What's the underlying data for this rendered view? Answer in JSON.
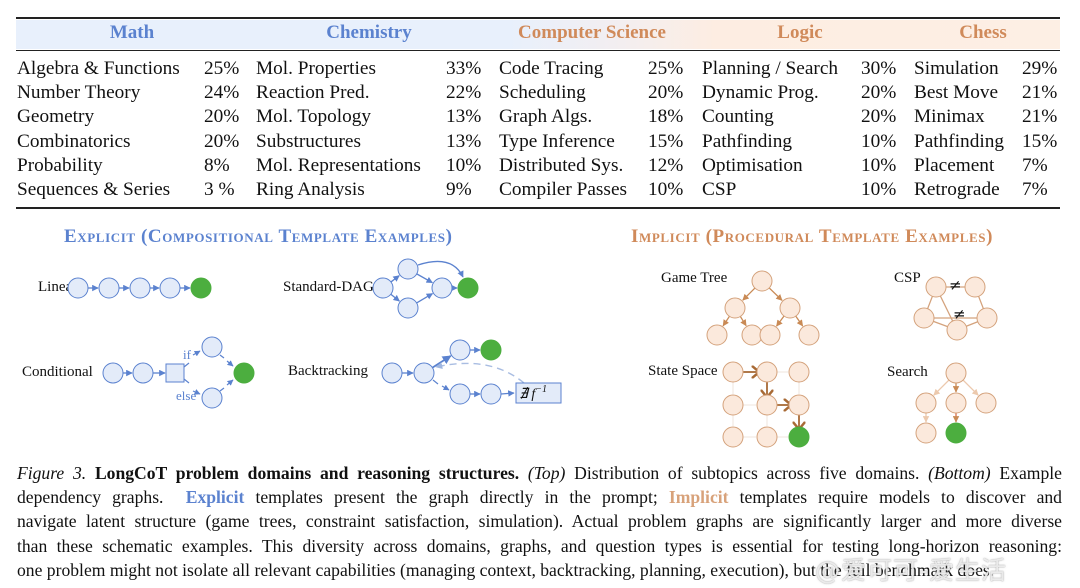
{
  "table": {
    "domains": [
      {
        "name": "Math",
        "color": "#5b82cf",
        "rows": [
          [
            "Algebra & Functions",
            "25%"
          ],
          [
            "Number Theory",
            "24%"
          ],
          [
            "Geometry",
            "20%"
          ],
          [
            "Combinatorics",
            "20%"
          ],
          [
            "Probability",
            "8%"
          ],
          [
            "Sequences & Series",
            "3 %"
          ]
        ]
      },
      {
        "name": "Chemistry",
        "color": "#5b82cf",
        "rows": [
          [
            "Mol. Properties",
            "33%"
          ],
          [
            "Reaction Pred.",
            "22%"
          ],
          [
            "Mol. Topology",
            "13%"
          ],
          [
            "Substructures",
            "13%"
          ],
          [
            "Mol. Representations",
            "10%"
          ],
          [
            "Ring Analysis",
            "9%"
          ]
        ]
      },
      {
        "name": "Computer Science",
        "color": "#d08a5a",
        "rows": [
          [
            "Code Tracing",
            "25%"
          ],
          [
            "Scheduling",
            "20%"
          ],
          [
            "Graph Algs.",
            "18%"
          ],
          [
            "Type Inference",
            "15%"
          ],
          [
            "Distributed Sys.",
            "12%"
          ],
          [
            "Compiler Passes",
            "10%"
          ]
        ]
      },
      {
        "name": "Logic",
        "color": "#d08a5a",
        "rows": [
          [
            "Planning / Search",
            "30%"
          ],
          [
            "Dynamic Prog.",
            "20%"
          ],
          [
            "Counting",
            "20%"
          ],
          [
            "Pathfinding",
            "10%"
          ],
          [
            "Optimisation",
            "10%"
          ],
          [
            "CSP",
            "10%"
          ]
        ]
      },
      {
        "name": "Chess",
        "color": "#d08a5a",
        "rows": [
          [
            "Simulation",
            "29%"
          ],
          [
            "Best Move",
            "21%"
          ],
          [
            "Minimax",
            "21%"
          ],
          [
            "Pathfinding",
            "15%"
          ],
          [
            "Placement",
            "7%"
          ],
          [
            "Retrograde",
            "7%"
          ]
        ]
      }
    ]
  },
  "sections": {
    "explicit_title": "Explicit (Compositional Template Examples)",
    "implicit_title": "Implicit (Procedural Template Examples)"
  },
  "diagrams": {
    "linear": "Linear",
    "standard_dag": "Standard-DAG",
    "conditional": "Conditional",
    "conditional_if": "if",
    "conditional_else": "else",
    "backtracking": "Backtracking",
    "backtracking_box": "∄ f",
    "backtracking_box_sup": "−1",
    "game_tree": "Game Tree",
    "csp": "CSP",
    "csp_neq": "≠",
    "state_space": "State Space",
    "search": "Search"
  },
  "colors": {
    "explicit_node_fill": "#e3ebf9",
    "explicit_stroke": "#5b82cf",
    "implicit_node_fill": "#fbe9dc",
    "implicit_stroke": "#d4a27c",
    "implicit_arrow": "#b9783f",
    "goal_green": "#4cae3f"
  },
  "caption": {
    "figure_label": "Figure 3.",
    "bold_title": "LongCoT problem domains and reasoning structures.",
    "top_tag": "(Top)",
    "top_text": "Distribution of subtopics across five domains.",
    "bottom_tag": "(Bottom)",
    "line1_end": "Example",
    "line2_a": "dependency graphs.",
    "explicit_word": "Explicit",
    "line2_b": "templates present the graph directly in the prompt;",
    "implicit_word": "Implicit",
    "line2_c": "templates require models to discover and",
    "line3": "navigate latent structure (game trees, constraint satisfaction, simulation). Actual problem graphs are significantly larger and more diverse",
    "line4": "than these schematic examples. This diversity across domains, graphs, and question types is essential for testing long-horizon reasoning:",
    "line5": "one problem might not isolate all relevant capabilities (managing context, backtracking, planning, execution), but the full benchmark does."
  },
  "watermark": "@爱可可-爱生活"
}
